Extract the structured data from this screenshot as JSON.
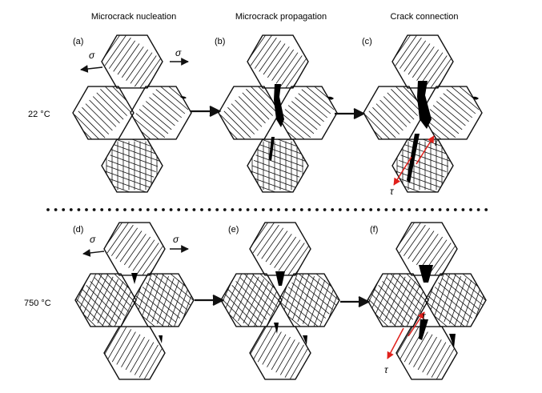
{
  "headers": {
    "nucleation": "Microcrack nucleation",
    "propagation": "Microcrack propagation",
    "connection": "Crack connection"
  },
  "rows": [
    {
      "temperature": "22 °C"
    },
    {
      "temperature": "750 °C"
    }
  ],
  "panels": [
    {
      "label": "(a)",
      "top_hatch": "single",
      "left_hatch": "single",
      "right_hatch": "single",
      "bottom_hatch": "cross"
    },
    {
      "label": "(b)",
      "top_hatch": "single",
      "left_hatch": "single",
      "right_hatch": "single",
      "bottom_hatch": "cross"
    },
    {
      "label": "(c)",
      "top_hatch": "single",
      "left_hatch": "single",
      "right_hatch": "single",
      "bottom_hatch": "cross"
    },
    {
      "label": "(d)",
      "top_hatch": "single",
      "left_hatch": "cross",
      "right_hatch": "cross",
      "bottom_hatch": "single"
    },
    {
      "label": "(e)",
      "top_hatch": "single",
      "left_hatch": "cross",
      "right_hatch": "cross",
      "bottom_hatch": "single"
    },
    {
      "label": "(f)",
      "top_hatch": "single",
      "left_hatch": "cross",
      "right_hatch": "cross",
      "bottom_hatch": "single"
    }
  ],
  "symbols": {
    "normal_stress": "σ",
    "shear_stress": "τ"
  },
  "colors": {
    "ink": "#111111",
    "crack": "#000000",
    "shear_arrow": "#e0201b"
  }
}
